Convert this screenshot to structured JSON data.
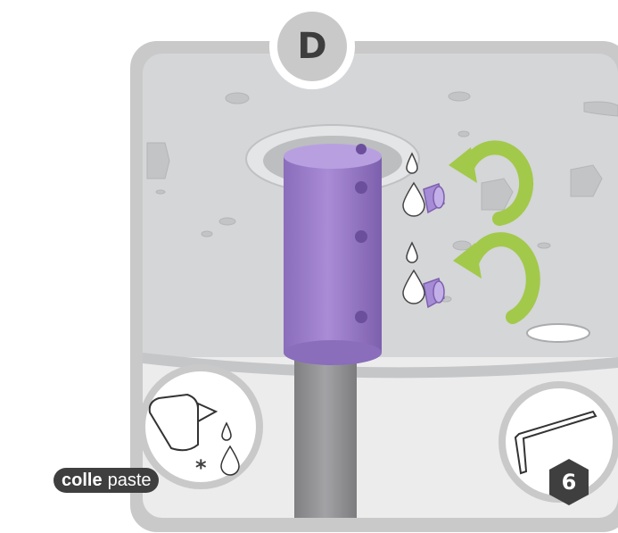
{
  "step": {
    "letter": "D"
  },
  "glue": {
    "label_fr": "colle",
    "label_en": "paste",
    "asterisk": "*"
  },
  "tool": {
    "name": "hex-key-icon",
    "quantity": "6"
  },
  "colors": {
    "frame": "#c9c9c9",
    "panel": "#d4d6d8",
    "sleeve": "#9e7fc9",
    "screw": "#a68bd6",
    "arrow": "#a2c94a",
    "pole": "#9a9a9c",
    "label_bg": "#3f3f3f"
  }
}
